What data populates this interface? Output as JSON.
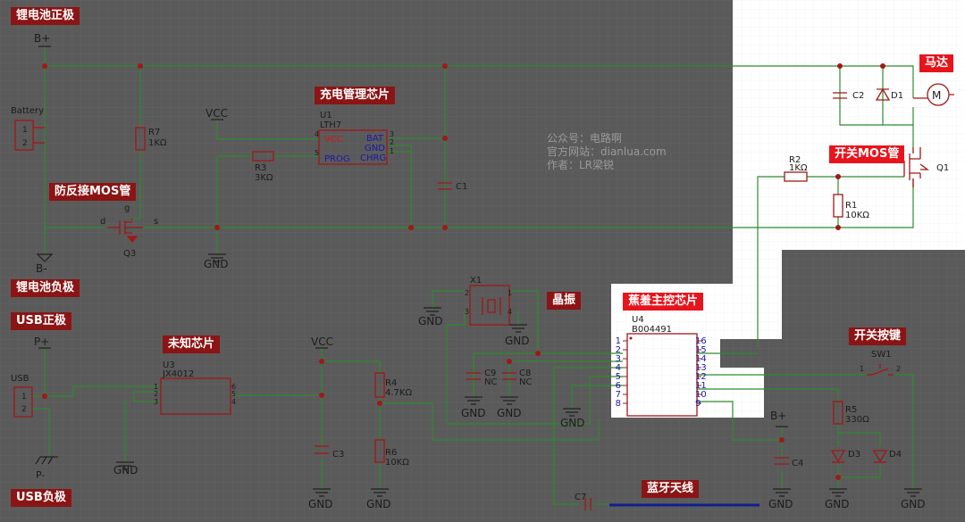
{
  "colors": {
    "wire": "#2e8b2e",
    "part": "#a01818",
    "pin": "#1a1aaa",
    "junction": "#a01818",
    "label_bg_dark": "#8b1414",
    "label_bg_red": "#e8141c",
    "antenna": "#102090"
  },
  "labels": {
    "li_pos": "锂电池正极",
    "li_neg": "锂电池负极",
    "usb_pos": "USB正极",
    "usb_neg": "USB负极",
    "charger": "充电管理芯片",
    "anti_reverse": "防反接MOS管",
    "unknown_chip": "未知芯片",
    "crystal": "晶振",
    "main_chip": "蕉羞主控芯片",
    "motor": "马达",
    "switch_mos": "开关MOS管",
    "switch_key": "开关按键",
    "bt_antenna": "蓝牙天线"
  },
  "watermark": [
    "公众号：电路啊",
    "官方网站：dianlua.com",
    "作者：LR梁锐"
  ],
  "net": {
    "bplus": "B+",
    "bminus": "B-",
    "vcc": "VCC",
    "gnd": "GND",
    "pplus": "P+",
    "pminus": "P-"
  },
  "parts": {
    "battery": {
      "name": "Battery",
      "p1": "1",
      "p2": "2"
    },
    "usb": {
      "name": "USB",
      "p1": "1",
      "p2": "2"
    },
    "r7": {
      "ref": "R7",
      "val": "1KΩ"
    },
    "q3": {
      "ref": "Q3",
      "d": "d",
      "g": "g",
      "s": "s"
    },
    "u1": {
      "ref": "U1",
      "part": "LTH7",
      "vcc": "VCC",
      "prog": "PROG",
      "bat": "BAT",
      "gnd": "GND",
      "chrg": "CHRG",
      "p4": "4",
      "p5": "5",
      "p3": "3",
      "p2": "2",
      "p1": "1"
    },
    "r3": {
      "ref": "R3",
      "val": "3KΩ"
    },
    "c1": {
      "ref": "C1"
    },
    "c2": {
      "ref": "C2"
    },
    "d1": {
      "ref": "D1"
    },
    "motor_sym": "M",
    "q1": {
      "ref": "Q1"
    },
    "r2": {
      "ref": "R2",
      "val": "1KΩ"
    },
    "r1": {
      "ref": "R1",
      "val": "10KΩ"
    },
    "u3": {
      "ref": "U3",
      "part": "JX4012",
      "p1": "1",
      "p2": "2",
      "p3": "3",
      "p4": "4",
      "p5": "5",
      "p6": "6"
    },
    "c3": {
      "ref": "C3"
    },
    "r4": {
      "ref": "R4",
      "val": "4.7KΩ"
    },
    "r6": {
      "ref": "R6",
      "val": "10KΩ"
    },
    "x1": {
      "ref": "X1",
      "p1": "1",
      "p2": "2",
      "p3": "3",
      "p4": "4"
    },
    "c9": {
      "ref": "C9",
      "val": "NC"
    },
    "c8": {
      "ref": "C8",
      "val": "NC"
    },
    "u4": {
      "ref": "U4",
      "part": "B004491",
      "left": [
        "1",
        "2",
        "3",
        "4",
        "5",
        "6",
        "7",
        "8"
      ],
      "right": [
        "16",
        "15",
        "14",
        "13",
        "12",
        "11",
        "10",
        "9"
      ]
    },
    "sw1": {
      "ref": "SW1",
      "p1": "1",
      "p2": "2"
    },
    "r5": {
      "ref": "R5",
      "val": "330Ω"
    },
    "d3": {
      "ref": "D3"
    },
    "d4": {
      "ref": "D4"
    },
    "c4": {
      "ref": "C4"
    },
    "c7": {
      "ref": "C7"
    }
  }
}
